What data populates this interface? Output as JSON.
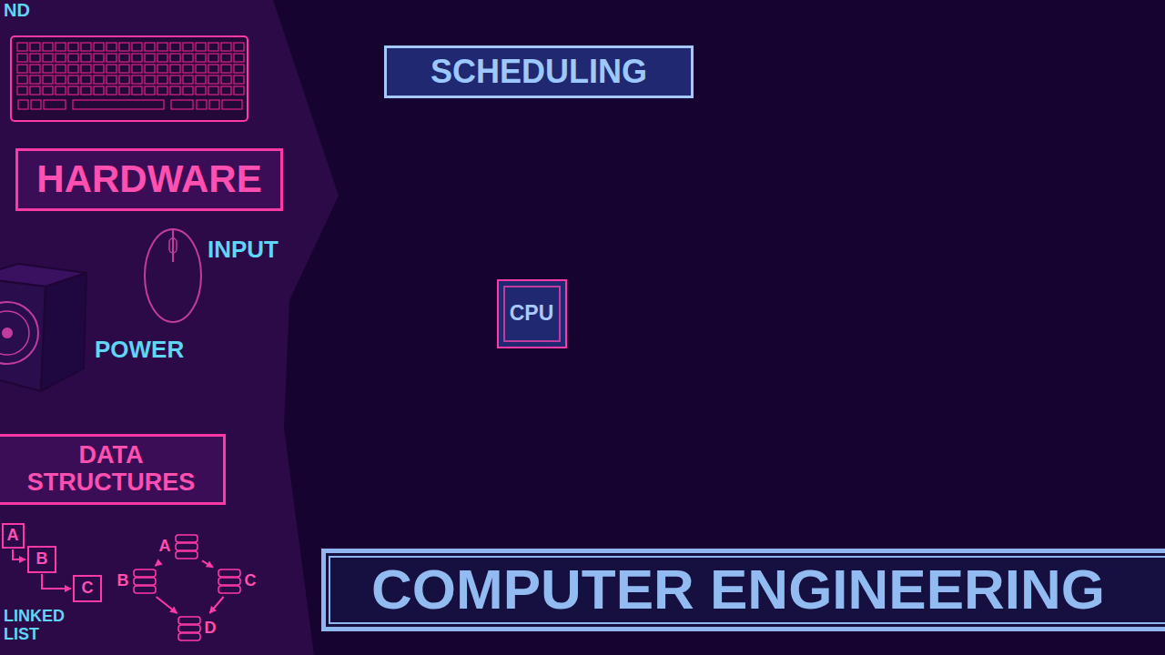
{
  "diagram": {
    "nodes": [
      {
        "text": [
          "HARDWARE"
        ]
      },
      {
        "text": [
          "SCHEDULING"
        ]
      },
      {
        "text": [
          "CPU"
        ]
      },
      {
        "text": [
          "DATA STRUCTURES"
        ]
      },
      {
        "text": [
          "A"
        ]
      },
      {
        "text": [
          "B"
        ]
      },
      {
        "text": [
          "C"
        ]
      },
      {
        "text": [
          "A"
        ]
      },
      {
        "text": [
          "B"
        ]
      },
      {
        "text": [
          "C"
        ]
      },
      {
        "text": [
          "D"
        ]
      },
      {
        "text": [
          "COMPUTER ENGINEERING"
        ]
      }
    ],
    "edges": [
      {
        "from": 4,
        "to": 5,
        "arrow": "to"
      },
      {
        "from": 5,
        "to": 6,
        "arrow": "to"
      },
      {
        "from": 7,
        "to": 8,
        "arrow": "to"
      },
      {
        "from": 7,
        "to": 9,
        "arrow": "to"
      },
      {
        "from": 8,
        "to": 10,
        "arrow": "to"
      },
      {
        "from": 9,
        "to": 10,
        "arrow": "to"
      }
    ],
    "labels": [
      "ND",
      "INPUT",
      "POWER",
      "LINKED LIST"
    ]
  }
}
